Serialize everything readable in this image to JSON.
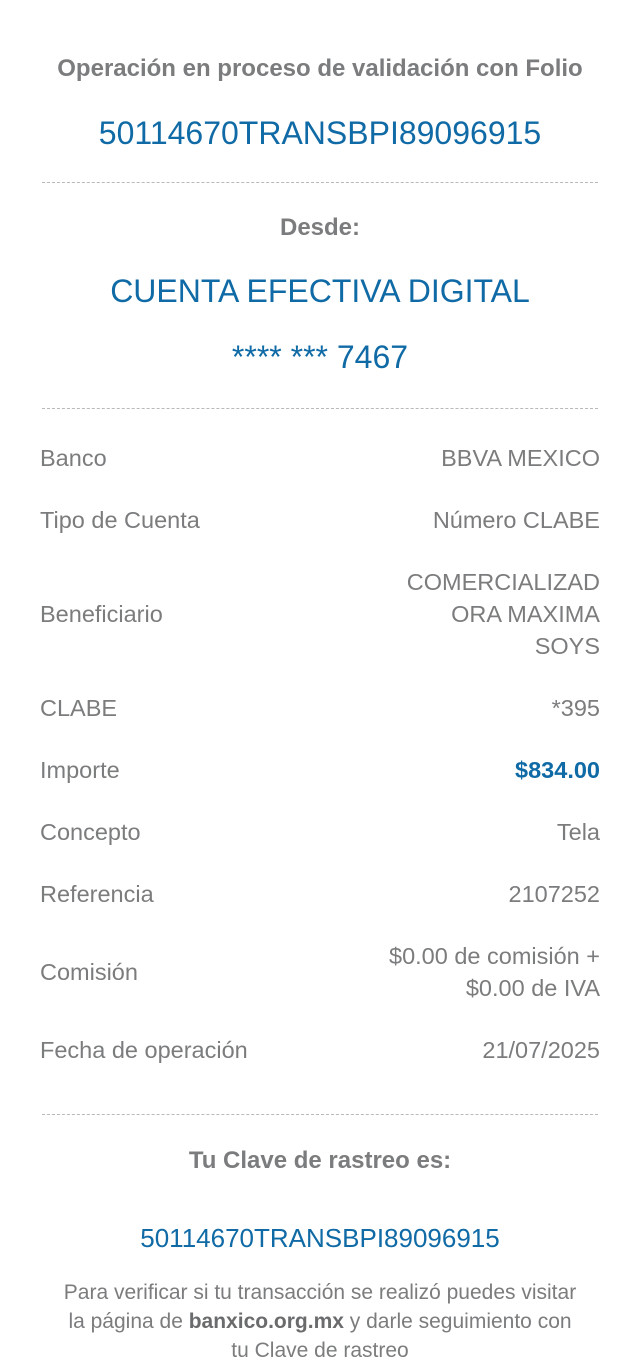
{
  "header": {
    "title": "Operación en proceso de validación con Folio",
    "folio": "50114670TRANSBPI89096915"
  },
  "source": {
    "label": "Desde:",
    "account_name": "CUENTA EFECTIVA DIGITAL",
    "account_mask": "**** *** 7467"
  },
  "details": [
    {
      "label": "Banco",
      "value": [
        "BBVA MEXICO"
      ]
    },
    {
      "label": "Tipo de Cuenta",
      "value": [
        "Número CLABE"
      ]
    },
    {
      "label": "Beneficiario",
      "value": [
        "COMERCIALIZAD",
        "ORA MAXIMA",
        "SOYS"
      ]
    },
    {
      "label": "CLABE",
      "value": [
        "*395"
      ]
    },
    {
      "label": "Importe",
      "value": [
        "$834.00"
      ]
    },
    {
      "label": "Concepto",
      "value": [
        "Tela"
      ]
    },
    {
      "label": "Referencia",
      "value": [
        "2107252"
      ]
    },
    {
      "label": "Comisión",
      "value": [
        "$0.00 de comisión +",
        "$0.00 de IVA"
      ]
    },
    {
      "label": "Fecha de operación",
      "value": [
        "21/07/2025"
      ]
    }
  ],
  "tracking": {
    "label": "Tu Clave de rastreo es:",
    "code": "50114670TRANSBPI89096915",
    "info_before": "Para verificar si tu transacción se realizó puedes visitar la página de ",
    "info_link": "banxico.org.mx",
    "info_after": " y darle seguimiento con tu Clave de rastreo"
  },
  "colors": {
    "accent": "#0f6aa5",
    "text": "#7b7c7e"
  }
}
